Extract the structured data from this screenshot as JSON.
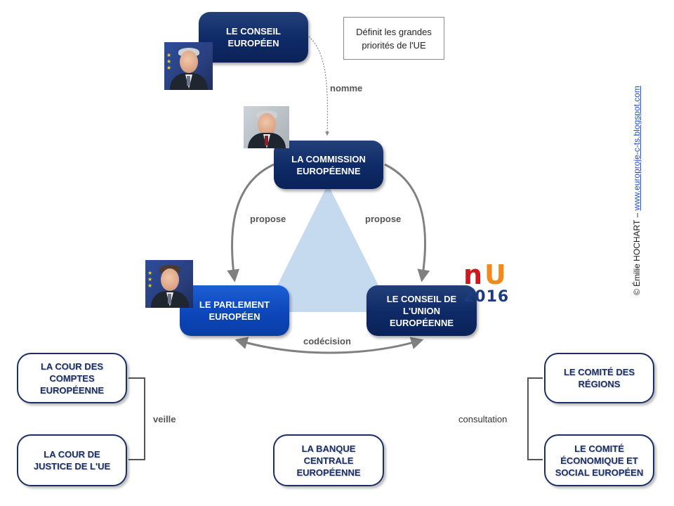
{
  "nodes": {
    "conseil_europeen": "LE CONSEIL EUROPÉEN",
    "commission": "LA COMMISSION EUROPÉENNE",
    "parlement": "LE PARLEMENT EUROPÉEN",
    "conseil_union": "LE CONSEIL DE L'UNION EUROPÉENNE",
    "cour_comptes": "LA COUR DES COMPTES EUROPÉENNE",
    "cour_justice": "LA COUR DE JUSTICE DE L'UE",
    "banque_centrale": "LA BANQUE CENTRALE EUROPÉENNE",
    "comite_regions": "LE COMITÉ DES RÉGIONS",
    "comite_eco_social": "LE COMITÉ ÉCONOMIQUE ET SOCIAL EUROPÉEN"
  },
  "note": "Définit les grandes priorités de l'UE",
  "edges": {
    "nomme": "nomme",
    "propose_left": "propose",
    "propose_right": "propose",
    "codecision": "codécision",
    "veille": "veille",
    "consultation": "consultation"
  },
  "logo": {
    "letters_left": "n",
    "letters_right": "U",
    "year": "2016"
  },
  "credit": {
    "author": "© Émilie HOCHART – ",
    "link": "www.europroje-c-ts.blogspot.com"
  },
  "colors": {
    "navy": "#0e2a66",
    "royal_blue": "#0c46ba",
    "outline": "#1b2f67",
    "triangle": "#c5d9ef",
    "arrow": "#808080",
    "logo_red": "#d0171d",
    "logo_orange": "#f08a1d"
  },
  "icons": {
    "photo_conseil_europeen": "portrait-photo",
    "photo_commission": "portrait-photo",
    "photo_parlement": "portrait-photo",
    "logo_presidency": "nl-eu-2016-logo"
  }
}
